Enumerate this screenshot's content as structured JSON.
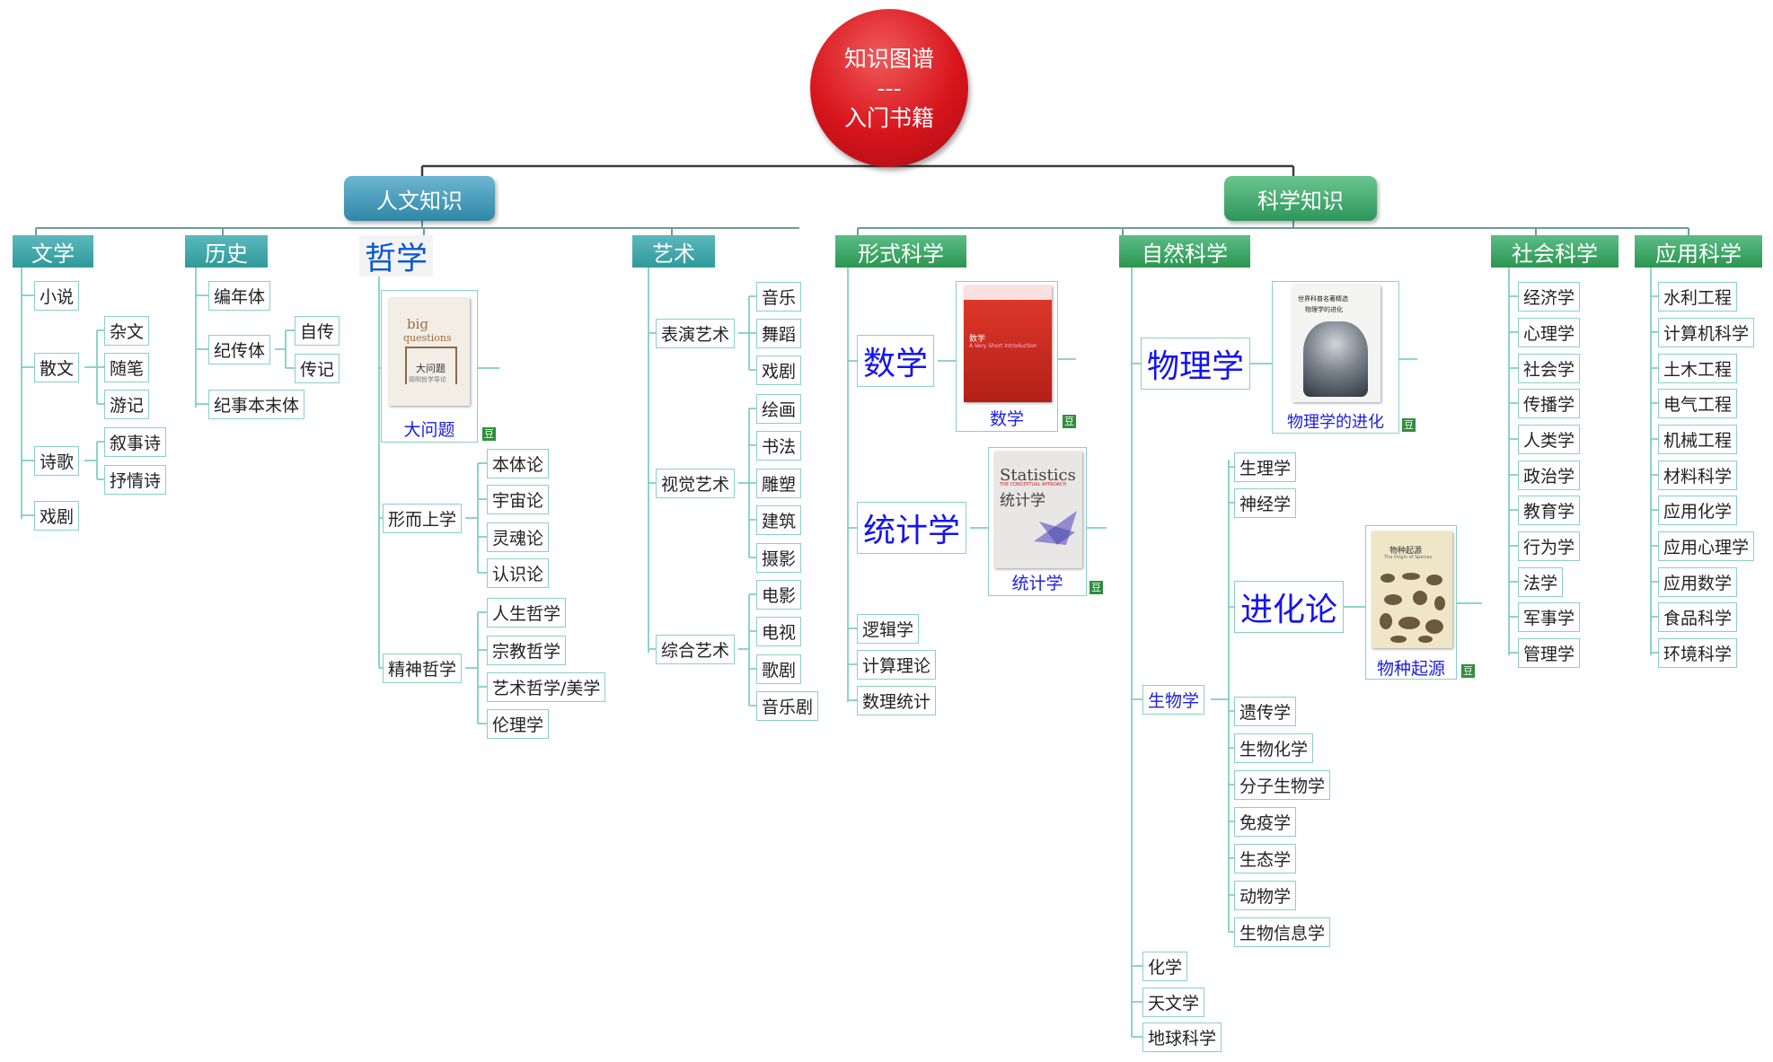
{
  "root": {
    "line1": "知识图谱",
    "line2": "---",
    "line3": "入门书籍"
  },
  "branches": {
    "humanities": "人文知识",
    "science": "科学知识"
  },
  "cat": {
    "literature": "文学",
    "history": "历史",
    "philosophy": "哲学",
    "art": "艺术",
    "formal": "形式科学",
    "natural": "自然科学",
    "social": "社会科学",
    "applied": "应用科学"
  },
  "literature": {
    "novel": "小说",
    "prose": "散文",
    "poetry": "诗歌",
    "drama": "戏剧",
    "zawen": "杂文",
    "suibi": "随笔",
    "youji": "游记",
    "narrative": "叙事诗",
    "lyric": "抒情诗"
  },
  "history": {
    "annals": "编年体",
    "biographical": "纪传体",
    "event": "纪事本末体",
    "autobiography": "自传",
    "biography": "传记"
  },
  "philosophy": {
    "book": "大问题",
    "metaphysics": "形而上学",
    "spiritual": "精神哲学",
    "ontology": "本体论",
    "cosmology": "宇宙论",
    "soul": "灵魂论",
    "epistemology": "认识论",
    "life": "人生哲学",
    "religion": "宗教哲学",
    "aesthetics": "艺术哲学/美学",
    "ethics": "伦理学"
  },
  "art": {
    "performing": "表演艺术",
    "visual": "视觉艺术",
    "comprehensive": "综合艺术",
    "music": "音乐",
    "dance": "舞蹈",
    "opera": "戏剧",
    "painting": "绘画",
    "calligraphy": "书法",
    "sculpture": "雕塑",
    "architecture": "建筑",
    "photo": "摄影",
    "film": "电影",
    "tv": "电视",
    "musical_drama": "歌剧",
    "musical": "音乐剧"
  },
  "formal": {
    "math": "数学",
    "math_book": "数学",
    "stats": "统计学",
    "stats_book": "统计学",
    "logic": "逻辑学",
    "computation": "计算理论",
    "mathstat": "数理统计"
  },
  "natural": {
    "physics": "物理学",
    "physics_book": "物理学的进化",
    "biology": "生物学",
    "chemistry": "化学",
    "astronomy": "天文学",
    "earth": "地球科学",
    "physiology": "生理学",
    "neuro": "神经学",
    "evolution": "进化论",
    "evolution_book": "物种起源",
    "genetics": "遗传学",
    "biochem": "生物化学",
    "molbio": "分子生物学",
    "immuno": "免疫学",
    "ecology": "生态学",
    "zoology": "动物学",
    "bioinfo": "生物信息学"
  },
  "social": [
    "经济学",
    "心理学",
    "社会学",
    "传播学",
    "人类学",
    "政治学",
    "教育学",
    "行为学",
    "法学",
    "军事学",
    "管理学"
  ],
  "applied": [
    "水利工程",
    "计算机科学",
    "土木工程",
    "电气工程",
    "机械工程",
    "材料科学",
    "应用化学",
    "应用心理学",
    "应用数学",
    "食品科学",
    "环境科学"
  ],
  "douban_badge": "豆",
  "covers": {
    "big_questions": {
      "top": "big",
      "mid": "questions",
      "cn": "大问题",
      "sub": "简明哲学导论"
    },
    "math": {
      "title": "数学",
      "sub": "A Very Short Introduction"
    },
    "stats": {
      "en": "Statistics",
      "cn": "统计学",
      "sub": "THE CONCEPTUAL APPROACH"
    },
    "physics": {
      "line1": "世界科普名著精选",
      "line2": "物理学的进化"
    },
    "origin": {
      "cn": "物种起源",
      "en": "The Origin of Species"
    }
  },
  "colors": {
    "root": "#d7141c",
    "humanities": "#2f87a6",
    "science": "#2d965a",
    "line": "#7fcfc1",
    "leaf_text_blue": "#1c1ce6"
  }
}
